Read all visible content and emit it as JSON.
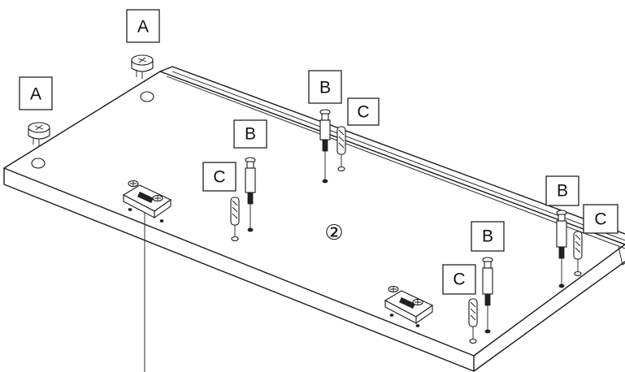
{
  "labels": {
    "cam": "A",
    "bolt": "B",
    "dowel": "C"
  },
  "panel_number": "②",
  "colors": {
    "line": "#1a1a1a",
    "background": "#ffffff"
  },
  "icons": [
    "cam-lock-icon",
    "cam-bolt-icon",
    "wood-dowel-icon",
    "hinge-plate-icon"
  ]
}
